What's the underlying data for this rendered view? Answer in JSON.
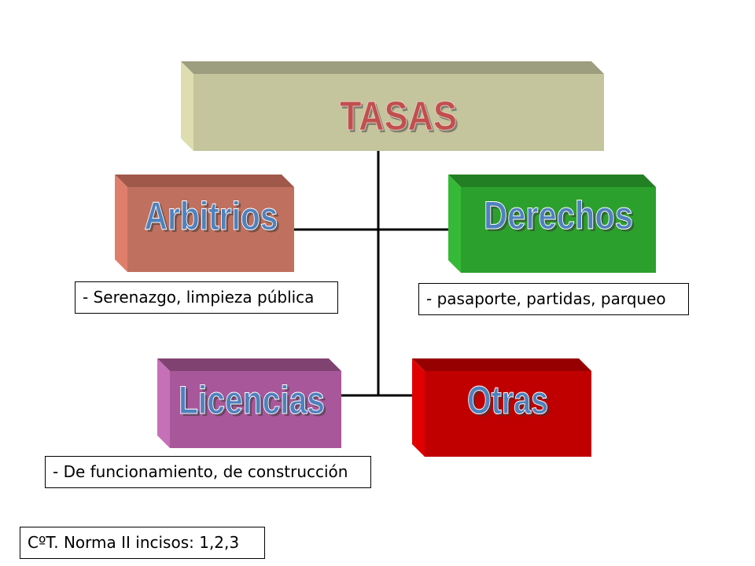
{
  "root": {
    "label": "TASAS",
    "label_color": "#C0504D",
    "colors": {
      "front": "#C4C49D",
      "top": "#9D9D7F",
      "side": "#DDDDB0"
    }
  },
  "category_label_color": "#4F81BD",
  "connector_color": "#000000",
  "categories": {
    "arbitrios": {
      "label": "Arbitrios",
      "description": "- Serenazgo, limpieza pública",
      "colors": {
        "front": "#C0705F",
        "top": "#A0584A",
        "side": "#E07E6C"
      }
    },
    "derechos": {
      "label": "Derechos",
      "description": "- pasaporte, partidas, parqueo",
      "colors": {
        "front": "#2CA02C",
        "top": "#237F23",
        "side": "#36B936"
      }
    },
    "licencias": {
      "label": "Licencias",
      "description": "- De funcionamiento, de construcción",
      "colors": {
        "front": "#A8589A",
        "top": "#804270",
        "side": "#C670B8"
      }
    },
    "otras": {
      "label": "Otras",
      "colors": {
        "front": "#C00000",
        "top": "#960000",
        "side": "#E00000"
      }
    }
  },
  "footnote": "CºT. Norma II incisos: 1,2,3"
}
